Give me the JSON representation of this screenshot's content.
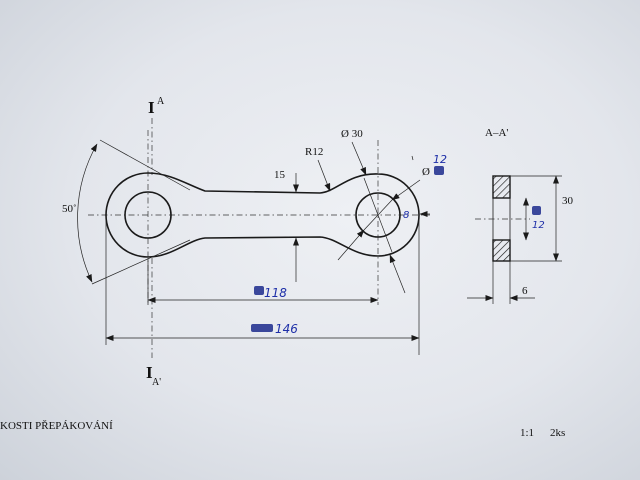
{
  "section_markers": {
    "top": {
      "glyph": "I",
      "letter": "A"
    },
    "bottom": {
      "glyph": "I",
      "letter": "A'"
    }
  },
  "section_view": {
    "title": "A–A'",
    "height_dim": "30",
    "inner_dim": "12",
    "width_dim": "6"
  },
  "dimensions": {
    "angle": "50˚",
    "neck_width": "15",
    "fillet_radius": "R12",
    "boss_diameter": "Ø 30",
    "hole_diameter": "Ø",
    "hole_diameter_value": "12",
    "offset": "8",
    "center_distance": "118",
    "overall_length": "146"
  },
  "title_block": {
    "name": "KOSTI PŘEPÁKOVÁNÍ",
    "scale": "1:1",
    "quantity": "2ks"
  }
}
